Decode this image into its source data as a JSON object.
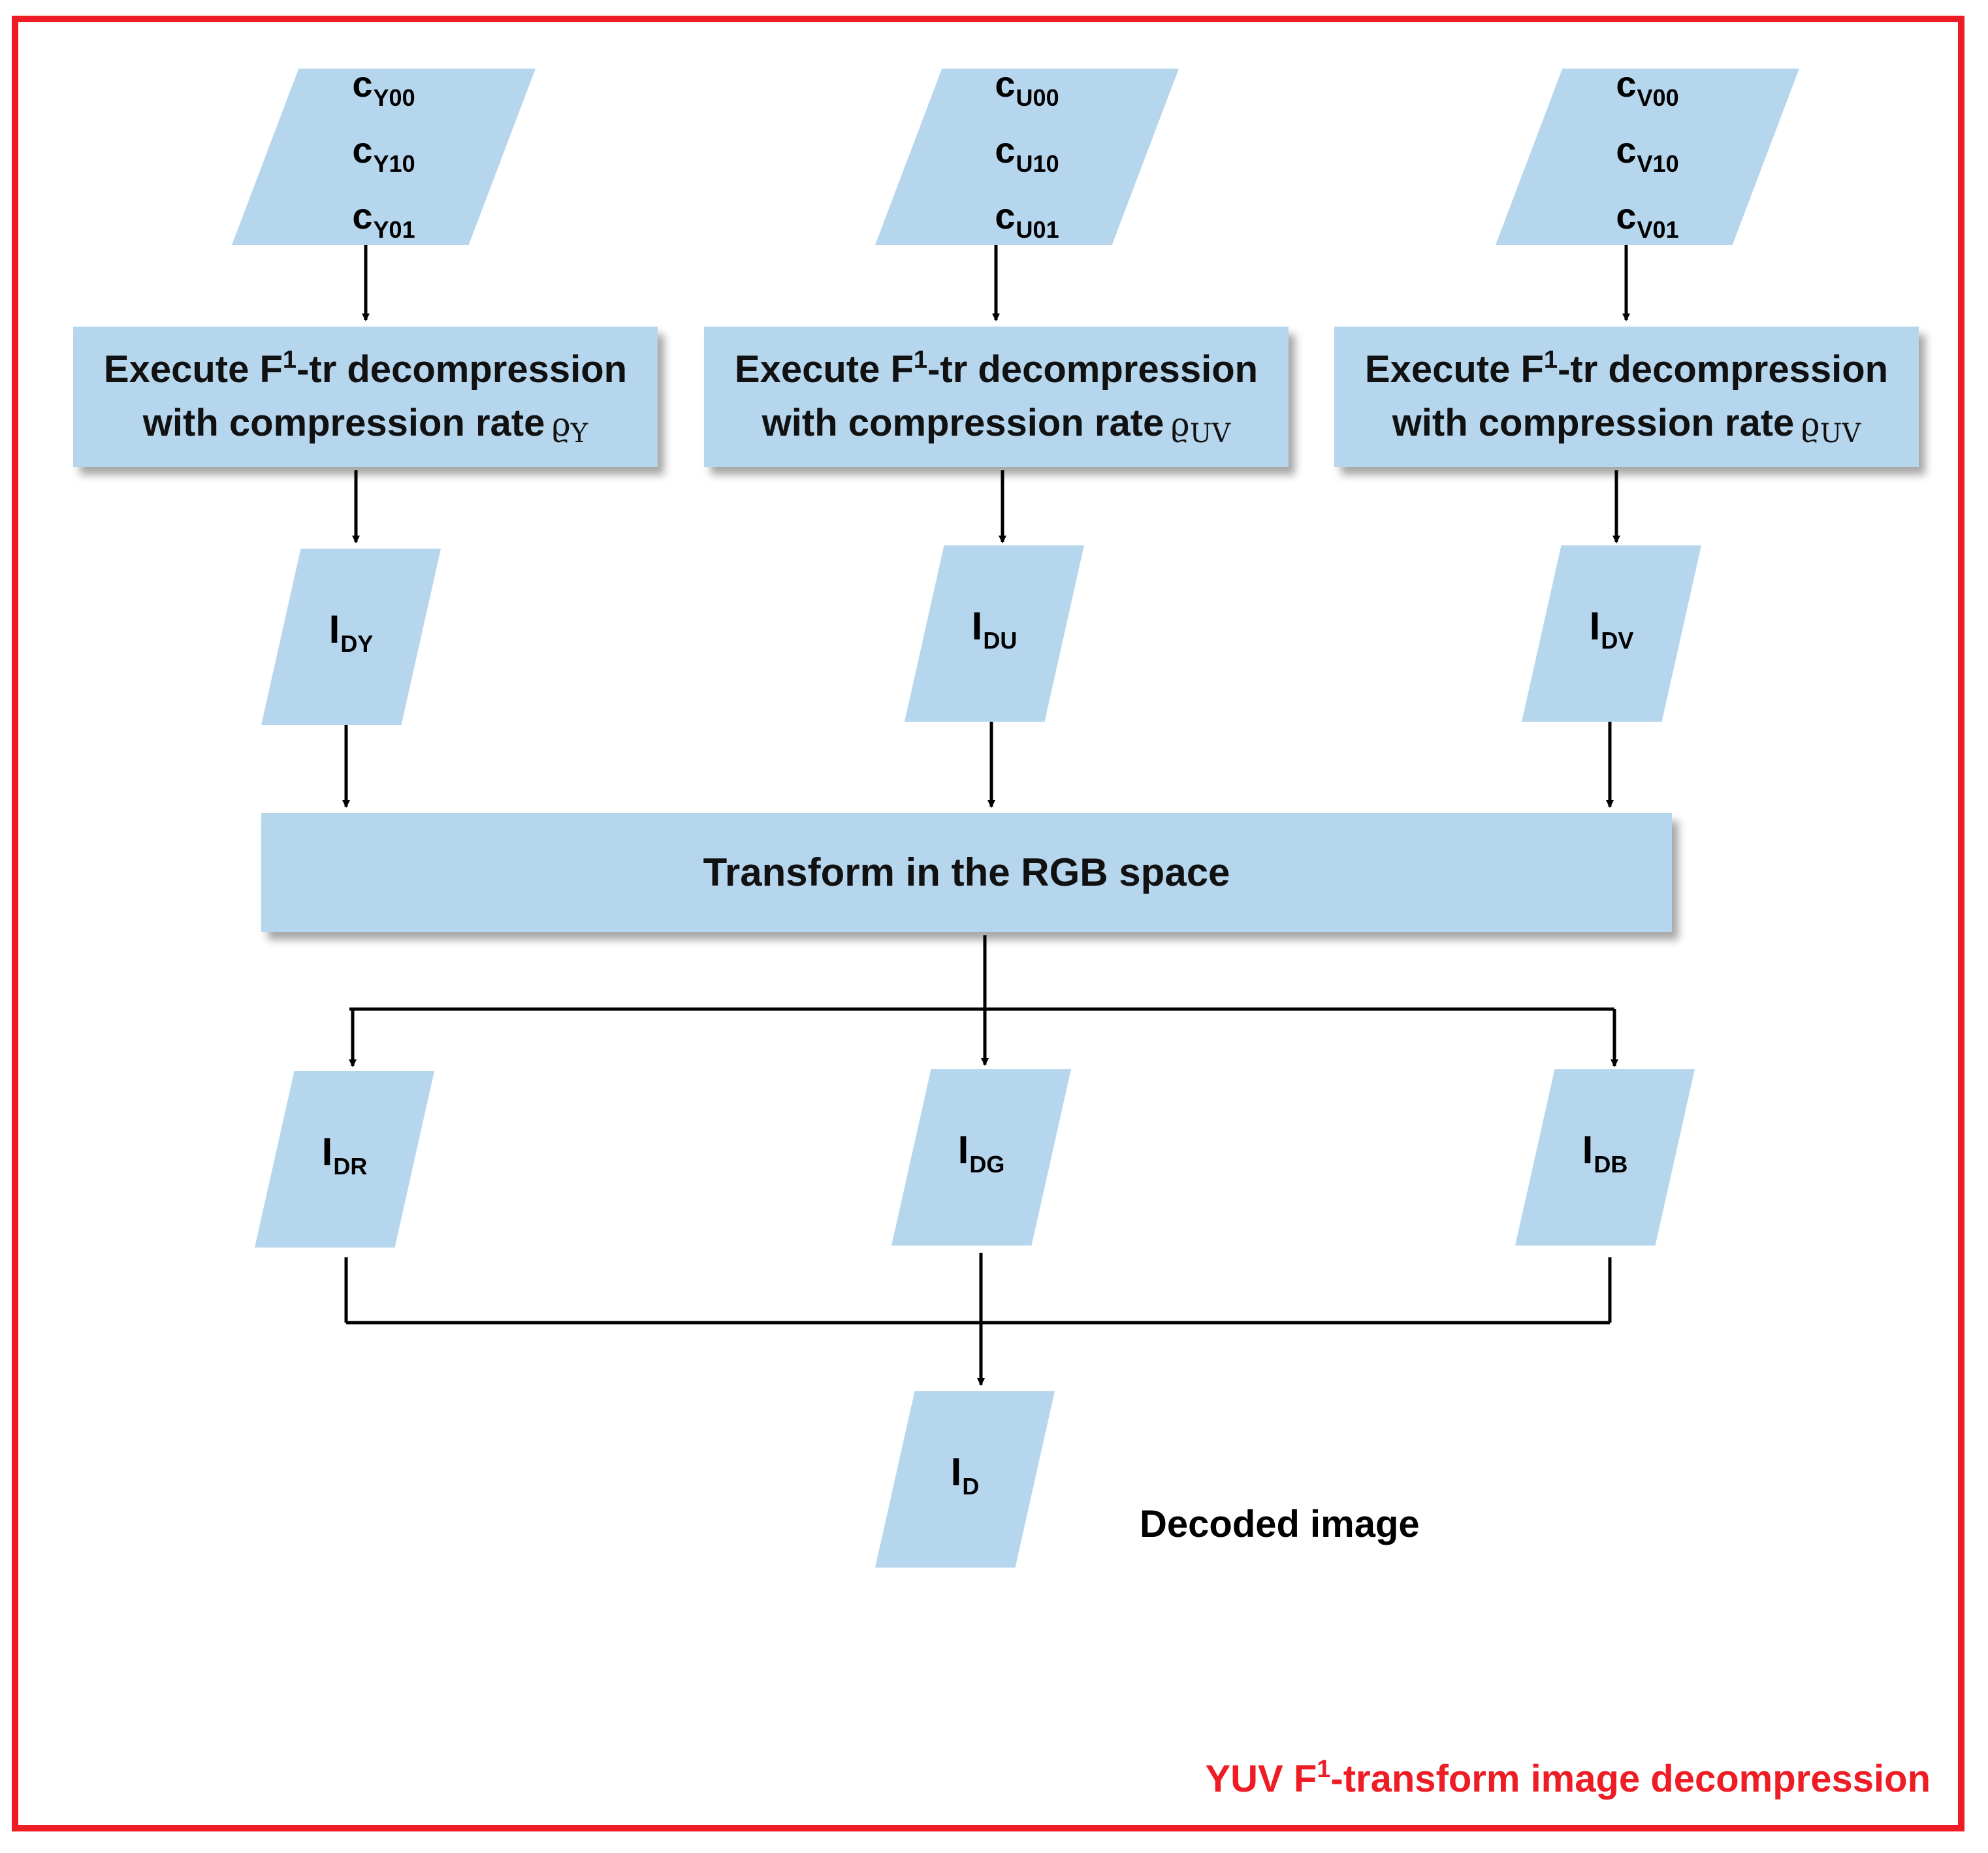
{
  "inputs": [
    {
      "base": "c",
      "lines": [
        "Y00",
        "Y10",
        "Y01"
      ]
    },
    {
      "base": "c",
      "lines": [
        "U00",
        "U10",
        "U01"
      ]
    },
    {
      "base": "c",
      "lines": [
        "V00",
        "V10",
        "V01"
      ]
    }
  ],
  "decompress": [
    {
      "line1_pre": "Execute F",
      "line1_sup": "1",
      "line1_post": "-tr decompression",
      "line2": "with compression rate",
      "rho": "ϱ",
      "rho_sub": "Y"
    },
    {
      "line1_pre": "Execute F",
      "line1_sup": "1",
      "line1_post": "-tr decompression",
      "line2": "with compression rate",
      "rho": "ϱ",
      "rho_sub": "UV"
    },
    {
      "line1_pre": "Execute F",
      "line1_sup": "1",
      "line1_post": "-tr decompression",
      "line2": "with compression rate",
      "rho": "ϱ",
      "rho_sub": "UV"
    }
  ],
  "yuv_outputs": [
    {
      "base": "I",
      "sub": "DY"
    },
    {
      "base": "I",
      "sub": "DU"
    },
    {
      "base": "I",
      "sub": "DV"
    }
  ],
  "transform": {
    "label": "Transform in the RGB space"
  },
  "rgb_outputs": [
    {
      "base": "I",
      "sub": "DR"
    },
    {
      "base": "I",
      "sub": "DG"
    },
    {
      "base": "I",
      "sub": "DB"
    }
  ],
  "final": {
    "base": "I",
    "sub": "D",
    "label": "Decoded image"
  },
  "caption": {
    "pre": "YUV F",
    "sup": "1",
    "post": "-transform image decompression"
  },
  "colors": {
    "frame": "#ee1c24",
    "box_fill": "#b6d6ee",
    "caption": "#ee1c24",
    "line": "#000000"
  }
}
